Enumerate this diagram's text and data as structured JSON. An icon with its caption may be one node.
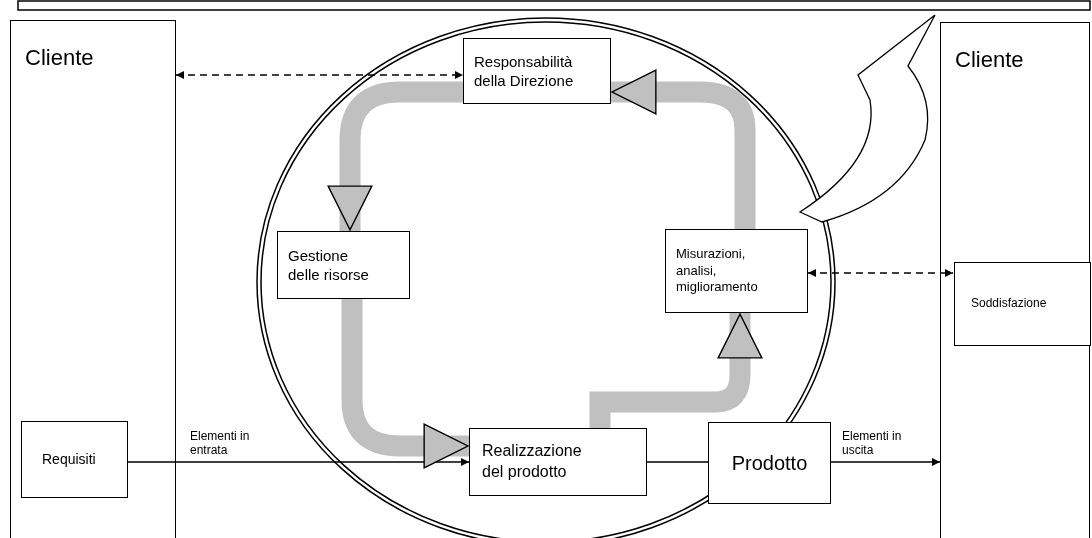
{
  "diagram": {
    "nodes": [
      {
        "text": [
          "Cliente"
        ]
      },
      {
        "text": [
          "Requisiti"
        ],
        "in": 0
      },
      {
        "text": [
          "Responsabilità della Direzione"
        ]
      },
      {
        "text": [
          "Gestione delle risorse"
        ]
      },
      {
        "text": [
          "Misurazioni, analisi, miglioramento"
        ]
      },
      {
        "text": [
          "Realizzazione del prodotto"
        ]
      },
      {
        "text": [
          "Prodotto"
        ]
      },
      {
        "text": [
          "Cliente"
        ]
      },
      {
        "text": [
          "Soddisfazione"
        ],
        "in": 7
      }
    ],
    "edges": [
      {
        "from": 0,
        "to": 2,
        "arrow": "both",
        "style": "dashed"
      },
      {
        "from": 1,
        "to": 5,
        "arrow": "to",
        "label": "Elementi in entrata"
      },
      {
        "from": 5,
        "to": 6,
        "arrow": "none"
      },
      {
        "from": 6,
        "to": 7,
        "arrow": "to",
        "label": "Elementi in uscita"
      },
      {
        "from": 4,
        "to": 8,
        "arrow": "both",
        "style": "dashed"
      },
      {
        "from": 2,
        "to": 3,
        "arrow": "to",
        "style": "thick",
        "color": "#c0c0c0"
      },
      {
        "from": 3,
        "to": 5,
        "arrow": "to",
        "style": "thick",
        "color": "#c0c0c0"
      },
      {
        "from": 5,
        "to": 4,
        "arrow": "to",
        "style": "thick",
        "color": "#c0c0c0"
      },
      {
        "from": 4,
        "to": 2,
        "arrow": "to",
        "style": "thick",
        "color": "#c0c0c0"
      }
    ]
  }
}
